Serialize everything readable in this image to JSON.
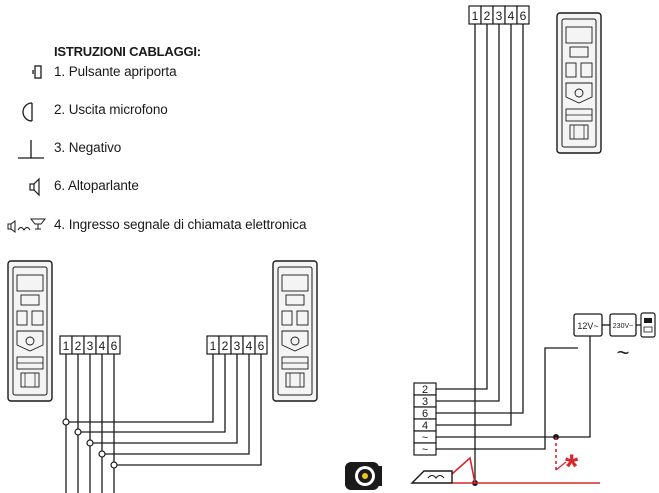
{
  "legend": {
    "title": "ISTRUZIONI CABLAGGI:",
    "items": [
      {
        "label": "1. Pulsante apriporta",
        "icon": "door-release-button-icon"
      },
      {
        "label": "2. Uscita microfono",
        "icon": "microphone-icon"
      },
      {
        "label": "3. Negativo",
        "icon": "ground-icon"
      },
      {
        "label": "6. Altoparlante",
        "icon": "speaker-icon"
      },
      {
        "label": "4. Ingresso segnale di chiamata elettronica",
        "icon": "call-signal-input-icon"
      }
    ]
  },
  "terminal_blocks": {
    "left_handset": [
      "1",
      "2",
      "3",
      "4",
      "6"
    ],
    "right_handset": [
      "1",
      "2",
      "3",
      "4",
      "6"
    ],
    "top_right": [
      "1",
      "2",
      "3",
      "4",
      "6"
    ],
    "power_strip": [
      "2",
      "3",
      "6",
      "4",
      "~",
      "~"
    ]
  },
  "power_supply": {
    "low_voltage": "12V~",
    "mains": "230V~",
    "ac_symbol": "~"
  },
  "marker": "*",
  "colors": {
    "line": "#1a1a1a",
    "accent": "#d9262b",
    "device_fill": "#f4f4f4"
  }
}
